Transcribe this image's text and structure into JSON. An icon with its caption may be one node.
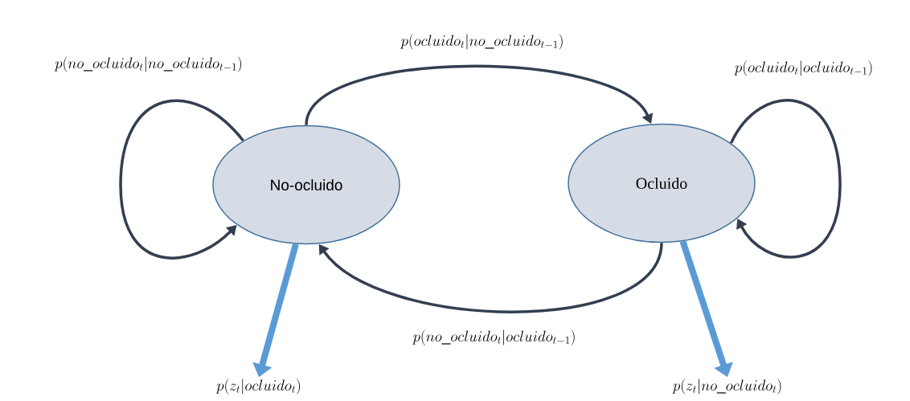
{
  "diagram": {
    "nodes": [
      {
        "text": [
          "No-ocluido"
        ]
      },
      {
        "text": [
          "Ocluido"
        ]
      },
      {
        "text": [
          "p(z_t|ocluido_t)"
        ]
      },
      {
        "text": [
          "p(z_t|no\\_ocluido_t)"
        ]
      }
    ],
    "edges": [
      {
        "from": 0,
        "to": 0,
        "arrow": "to",
        "label": "p(no\\_ocluido_t|no\\_ocluido_{t-1})"
      },
      {
        "from": 0,
        "to": 1,
        "arrow": "to",
        "label": "p(ocluido_t|no\\_ocluido_{t-1})"
      },
      {
        "from": 1,
        "to": 1,
        "arrow": "to",
        "label": "p(ocluido_t|ocluido_{t-1})"
      },
      {
        "from": 1,
        "to": 0,
        "arrow": "to",
        "label": "p(no\\_ocluido_t|ocluido_{t-1})"
      },
      {
        "from": 0,
        "to": 2,
        "arrow": "to",
        "style": "thick",
        "color": "#5b9bd5"
      },
      {
        "from": 1,
        "to": 3,
        "arrow": "to",
        "style": "thick",
        "color": "#5b9bd5"
      }
    ]
  }
}
